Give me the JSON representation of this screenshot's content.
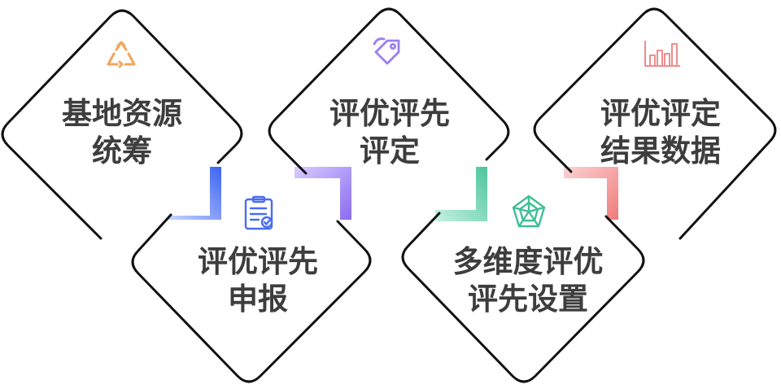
{
  "steps": [
    {
      "line1": "基地资源",
      "line2": "统筹",
      "icon": "recycle-icon",
      "accent": "#f2a65a"
    },
    {
      "line1": "评优评先",
      "line2": "申报",
      "icon": "clipboard-check-icon",
      "accent": "#4a6cf0"
    },
    {
      "line1": "评优评先",
      "line2": "评定",
      "icon": "tag-icon",
      "accent": "#9b7ff0"
    },
    {
      "line1": "多维度评优",
      "line2": "评先设置",
      "icon": "radar-chart-icon",
      "accent": "#5fcfa8"
    },
    {
      "line1": "评优评定",
      "line2": "结果数据",
      "icon": "bar-chart-icon",
      "accent": "#f08c8c"
    }
  ]
}
